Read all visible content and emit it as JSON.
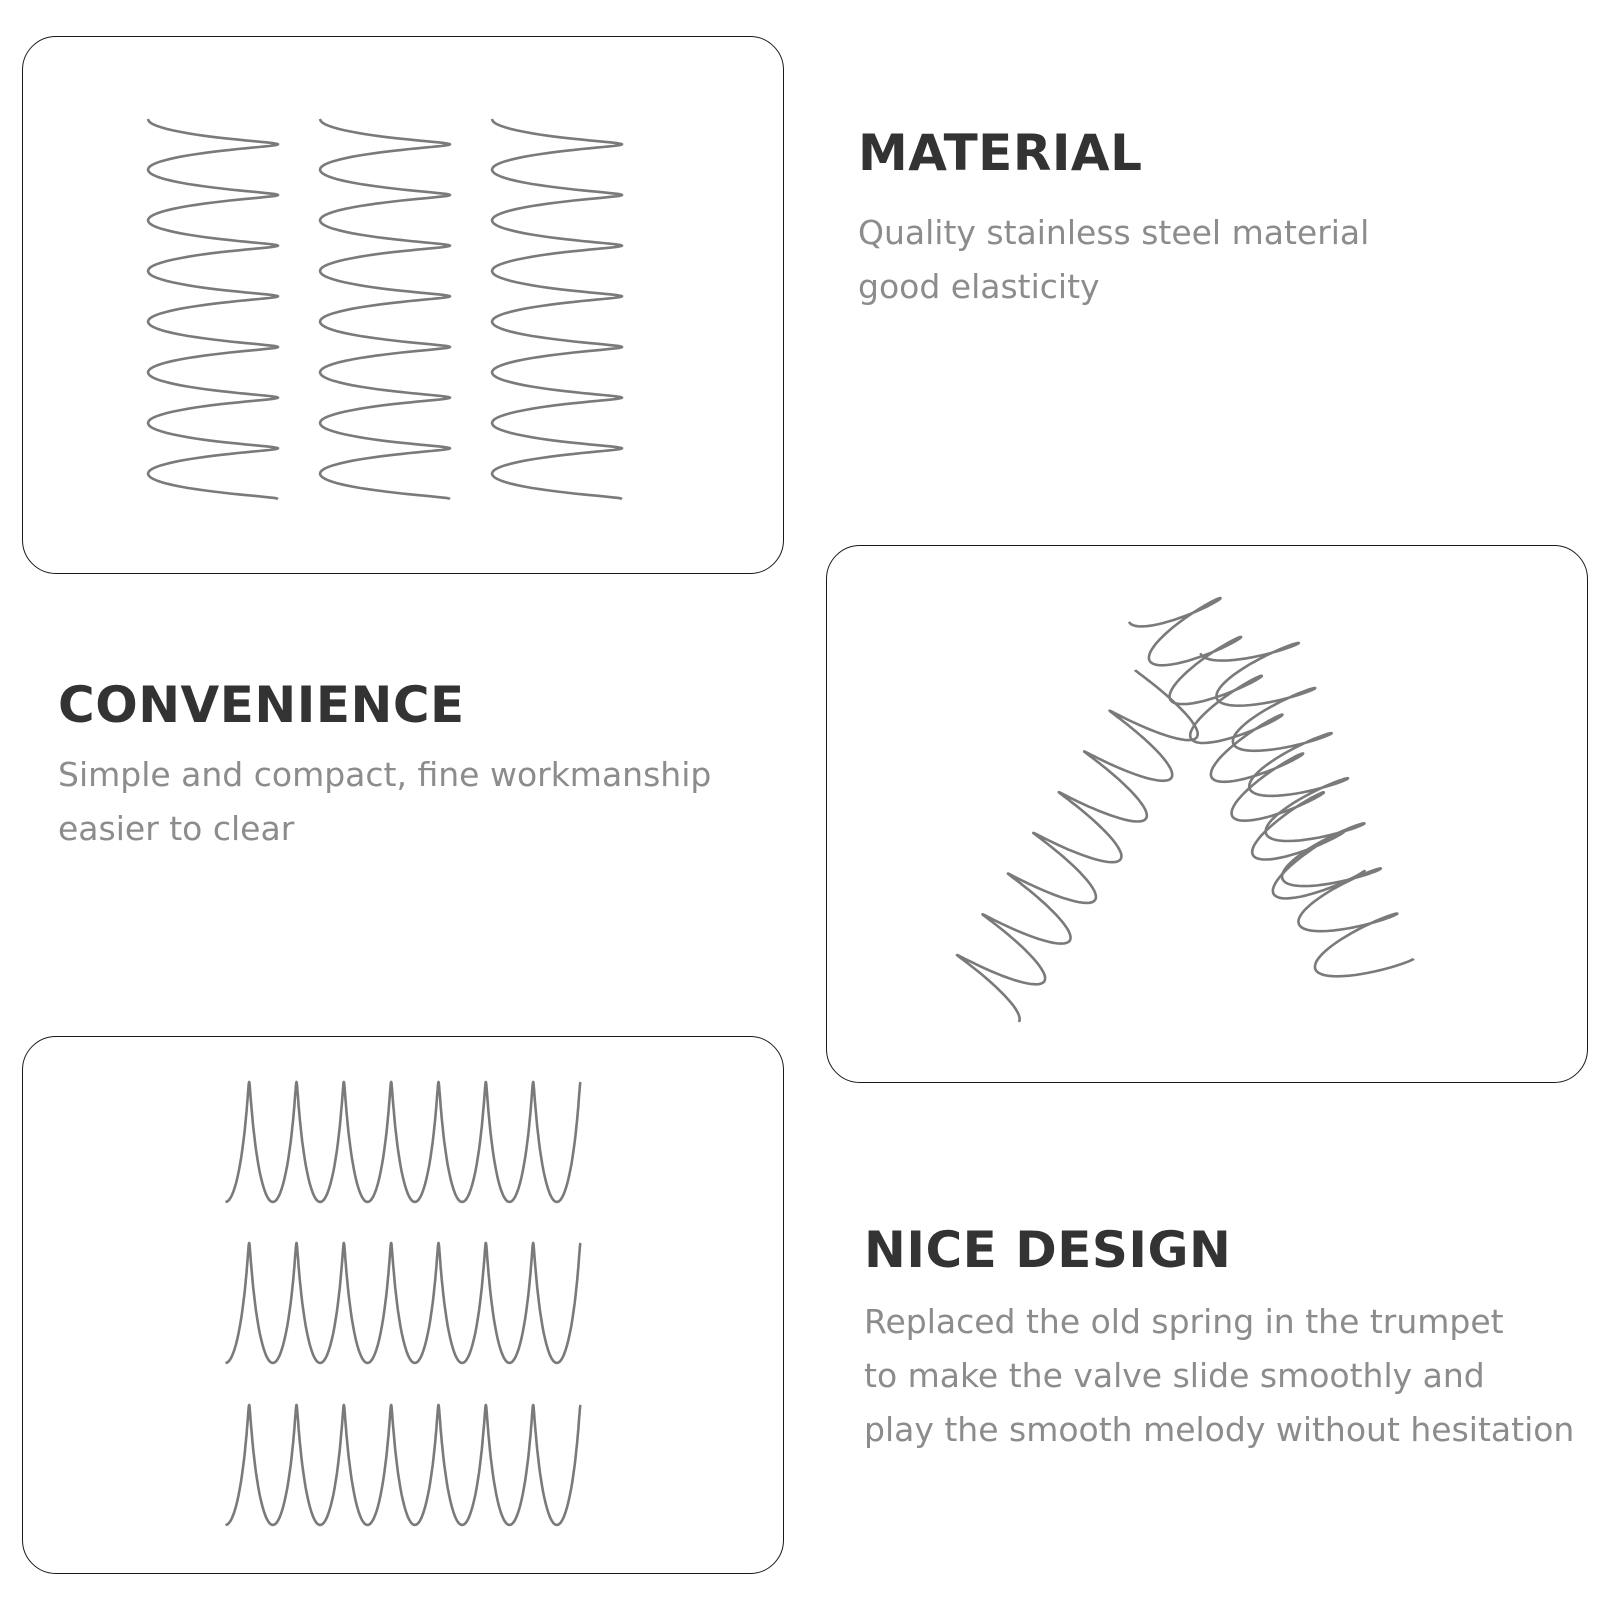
{
  "colors": {
    "heading": "#333333",
    "body_text": "#8c8c8c",
    "card_border": "#1a1a1a",
    "spring_wire": "#7a7a7a"
  },
  "sections": {
    "material": {
      "title": "MATERIAL",
      "lines": [
        "Quality stainless steel material",
        "good elasticity"
      ]
    },
    "convenience": {
      "title": "CONVENIENCE",
      "lines": [
        "Simple and compact, fine workmanship",
        "easier to clear"
      ]
    },
    "design": {
      "title": "NICE DESIGN",
      "lines": [
        "Replaced the old spring in the trumpet",
        "to make the valve slide smoothly and",
        "play the smooth melody without hesitation"
      ]
    }
  },
  "images": {
    "card_1": {
      "subject": "three-vertical-springs",
      "spring_count": 3
    },
    "card_2": {
      "subject": "three-angled-springs",
      "spring_count": 3
    },
    "card_3": {
      "subject": "three-horizontal-springs",
      "spring_count": 3
    }
  }
}
